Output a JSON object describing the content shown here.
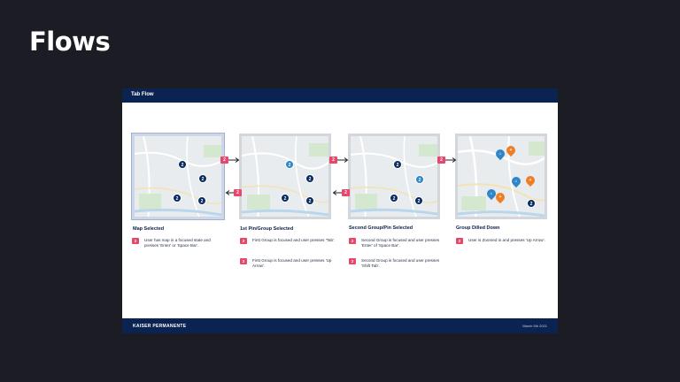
{
  "slide": {
    "title": "Flows"
  },
  "document": {
    "header_title": "Tab Flow",
    "footer_brand": "KAISER PERMANENTE",
    "footer_date": "March 5th 2021"
  },
  "steps": [
    {
      "title": "Map Selected",
      "notes": [
        {
          "badge": "2",
          "text": "User has map in a focused state and presses 'Enter' or 'Space Bar'."
        }
      ]
    },
    {
      "title": "1st Pin/Group Selected",
      "notes": [
        {
          "badge": "2",
          "text": "First Group is focused and user presses 'Tab'."
        },
        {
          "badge": "2",
          "text": "First Group is focused and user presses 'Up Arrow'."
        }
      ]
    },
    {
      "title": "Second Group/Pin Selected",
      "notes": [
        {
          "badge": "2",
          "text": "Second Group is focused and user presses 'Enter' of 'Space Bar'."
        },
        {
          "badge": "2",
          "text": "Second Group is focused and user presses 'Shift Tab'."
        }
      ]
    },
    {
      "title": "Group Dilled Down",
      "notes": [
        {
          "badge": "2",
          "text": "User is Zoomed in and presses 'Up Arrow'."
        }
      ]
    }
  ],
  "arrows": [
    {
      "badge": "2",
      "direction": "right"
    },
    {
      "badge": "2",
      "direction": "left"
    },
    {
      "badge": "2",
      "direction": "right"
    },
    {
      "badge": "2",
      "direction": "left"
    },
    {
      "badge": "2",
      "direction": "right"
    }
  ],
  "pins": {
    "group_count": "2"
  },
  "colors": {
    "navy": "#0b2350",
    "pin_navy": "#0b2c62",
    "focus_blue": "#2e86c8",
    "accent_pink": "#e8466b",
    "orange": "#ee7d24",
    "background": "#1c1c24"
  }
}
